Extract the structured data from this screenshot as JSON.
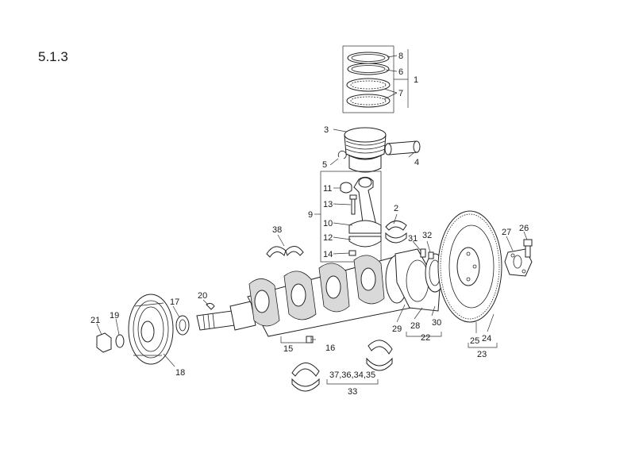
{
  "figure": {
    "section": "5.1.3",
    "callouts": {
      "c1": "1",
      "c2": "2",
      "c3": "3",
      "c4": "4",
      "c5": "5",
      "c6": "6",
      "c7": "7",
      "c8": "8",
      "c9": "9",
      "c10": "10",
      "c11": "11",
      "c12": "12",
      "c13": "13",
      "c14": "14",
      "c15": "15",
      "c16": "16",
      "c17": "17",
      "c18": "18",
      "c19": "19",
      "c20": "20",
      "c21": "21",
      "c22": "22",
      "c23": "23",
      "c24": "24",
      "c25": "25",
      "c26": "26",
      "c27": "27",
      "c28": "28",
      "c29": "29",
      "c30": "30",
      "c31": "31",
      "c32": "32",
      "c33": "33",
      "c37_36_34_35": "37,36,34,35",
      "c38": "38"
    }
  }
}
